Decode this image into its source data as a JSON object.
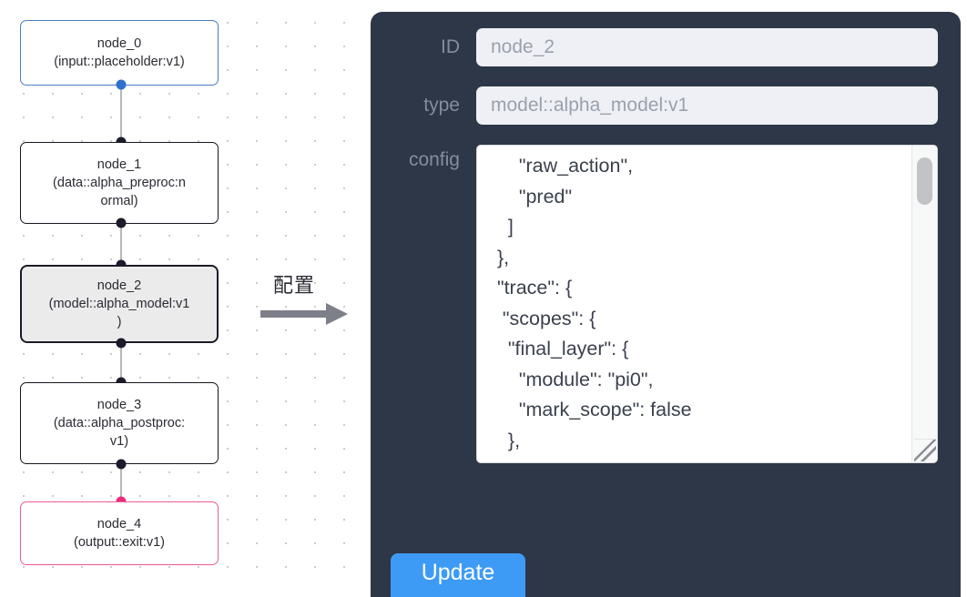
{
  "canvas": {
    "grid": "dot-grid",
    "background": "#ffffff",
    "dot_color": "#c9ccd4"
  },
  "graph": {
    "nodes": [
      {
        "id": "node_0",
        "label": "node_0\n(input::placeholder:v1)",
        "kind": "input",
        "border_color": "#4a7cc4",
        "selected": false
      },
      {
        "id": "node_1",
        "label": "node_1\n(data::alpha_preproc:n\normal)",
        "kind": "data",
        "border_color": "#15161f",
        "selected": false
      },
      {
        "id": "node_2",
        "label": "node_2\n(model::alpha_model:v1\n)",
        "kind": "model",
        "border_color": "#1b1b28",
        "selected": true
      },
      {
        "id": "node_3",
        "label": "node_3\n(data::alpha_postproc:\nv1)",
        "kind": "data",
        "border_color": "#15161f",
        "selected": false
      },
      {
        "id": "node_4",
        "label": "node_4\n(output::exit:v1)",
        "kind": "output",
        "border_color": "#ec5b95",
        "selected": false
      }
    ],
    "edge_color": "#b6b8bd",
    "port_color": "#1b1b2b",
    "port_color_input": "#2f6fd0",
    "port_color_output": "#ec2a7e"
  },
  "arrow": {
    "label": "配置",
    "color": "#7d8088"
  },
  "inspector": {
    "background": "#2e3747",
    "fields": {
      "id": {
        "label": "ID",
        "value": "node_2"
      },
      "type": {
        "label": "type",
        "value": "model::alpha_model:v1"
      },
      "config": {
        "label": "config",
        "value": "      \"raw_action\",\n      \"pred\"\n    ]\n  },\n  \"trace\": {\n   \"scopes\": {\n    \"final_layer\": {\n      \"module\": \"pi0\",\n      \"mark_scope\": false\n    },\n    \"action_model\": {"
      }
    },
    "update_button": {
      "label": "Update",
      "color": "#3d9bf5"
    },
    "scrollbar": {
      "thumb_color": "#c2c3c6",
      "track_color": "#f7f8f8"
    }
  }
}
